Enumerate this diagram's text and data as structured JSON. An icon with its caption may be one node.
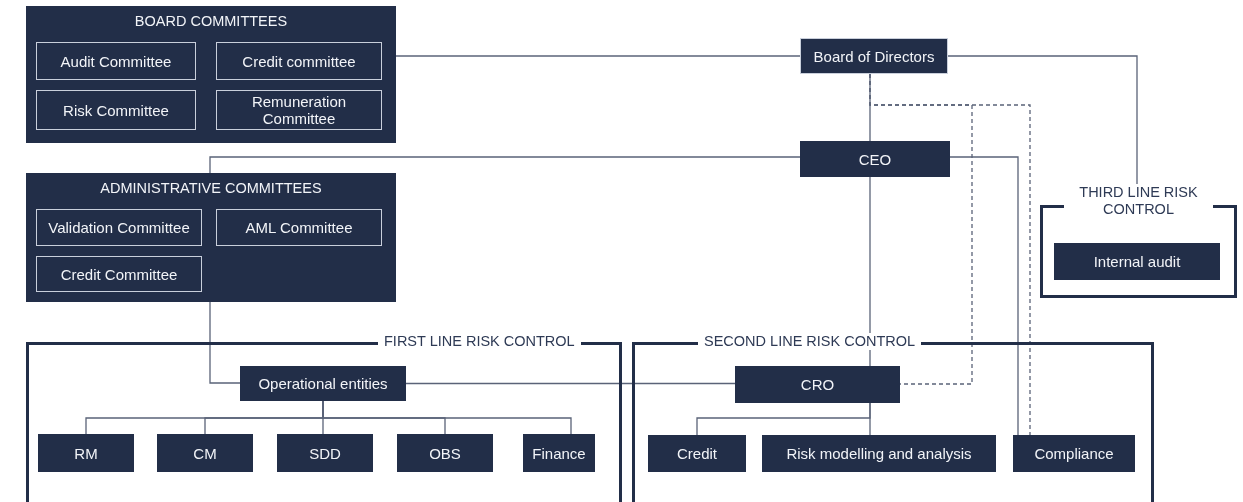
{
  "diagram": {
    "nodes": [
      {
        "text": [
          "BOARD COMMITTEES"
        ]
      },
      {
        "text": [
          "Audit Committee"
        ],
        "in": 0
      },
      {
        "text": [
          "Credit committee"
        ],
        "in": 0
      },
      {
        "text": [
          "Risk Committee"
        ],
        "in": 0
      },
      {
        "text": [
          "Remuneration Committee"
        ],
        "in": 0
      },
      {
        "text": [
          "Board of Directors"
        ]
      },
      {
        "text": [
          "CEO"
        ]
      },
      {
        "text": [
          "ADMINISTRATIVE COMMITTEES"
        ]
      },
      {
        "text": [
          "Validation Committee"
        ],
        "in": 7
      },
      {
        "text": [
          "AML Committee"
        ],
        "in": 7
      },
      {
        "text": [
          "Credit Committee"
        ],
        "in": 7
      },
      {
        "text": [
          "THIRD LINE RISK CONTROL"
        ]
      },
      {
        "text": [
          "Internal audit"
        ],
        "in": 11
      },
      {
        "text": [
          "FIRST LINE RISK CONTROL"
        ]
      },
      {
        "text": [
          "Operational entities"
        ],
        "in": 13
      },
      {
        "text": [
          "RM"
        ],
        "in": 13
      },
      {
        "text": [
          "CM"
        ],
        "in": 13
      },
      {
        "text": [
          "SDD"
        ],
        "in": 13
      },
      {
        "text": [
          "OBS"
        ],
        "in": 13
      },
      {
        "text": [
          "Finance"
        ],
        "in": 13
      },
      {
        "text": [
          "SECOND LINE RISK CONTROL"
        ]
      },
      {
        "text": [
          "CRO"
        ],
        "in": 20
      },
      {
        "text": [
          "Credit"
        ],
        "in": 20
      },
      {
        "text": [
          "Risk modelling and analysis"
        ],
        "in": 20
      },
      {
        "text": [
          "Compliance"
        ],
        "in": 20
      }
    ],
    "edges": [
      {
        "from": 0,
        "to": 5,
        "arrow": "none"
      },
      {
        "from": 5,
        "to": 6,
        "arrow": "none"
      },
      {
        "from": 5,
        "to": 11,
        "arrow": "none"
      },
      {
        "from": 6,
        "to": 7,
        "arrow": "none"
      },
      {
        "from": 7,
        "to": 14,
        "arrow": "none"
      },
      {
        "from": 14,
        "to": 21,
        "arrow": "none"
      },
      {
        "from": 6,
        "to": 21,
        "arrow": "none"
      },
      {
        "from": 6,
        "to": 24,
        "arrow": "none"
      },
      {
        "from": 5,
        "to": 21,
        "arrow": "none",
        "style": "dashed"
      },
      {
        "from": 5,
        "to": 24,
        "arrow": "none",
        "style": "dashed"
      },
      {
        "from": 14,
        "to": 15,
        "arrow": "none"
      },
      {
        "from": 14,
        "to": 16,
        "arrow": "none"
      },
      {
        "from": 14,
        "to": 17,
        "arrow": "none"
      },
      {
        "from": 14,
        "to": 18,
        "arrow": "none"
      },
      {
        "from": 14,
        "to": 19,
        "arrow": "none"
      },
      {
        "from": 21,
        "to": 22,
        "arrow": "none"
      },
      {
        "from": 21,
        "to": 23,
        "arrow": "none"
      }
    ]
  }
}
